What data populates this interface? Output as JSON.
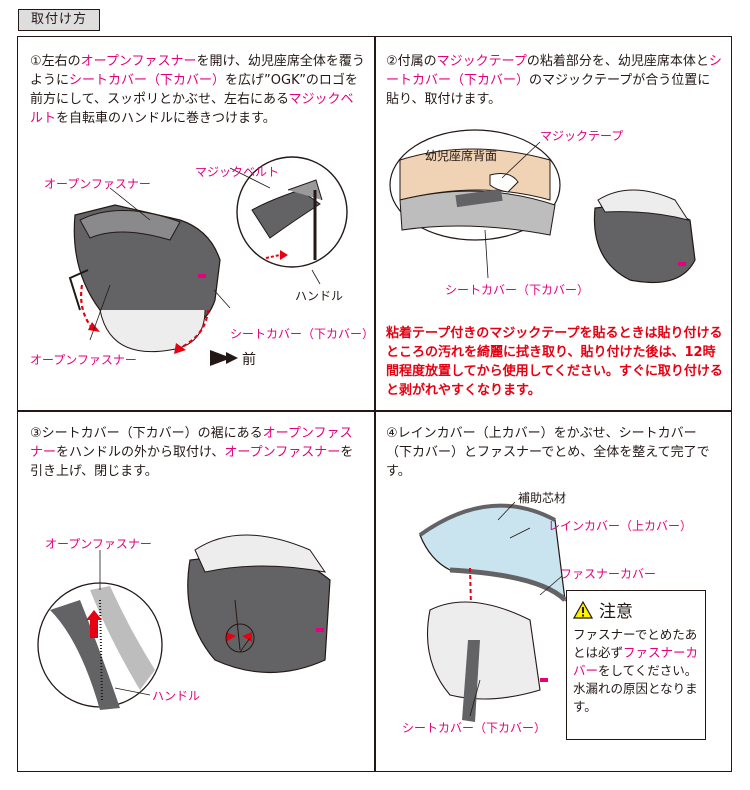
{
  "section_title": "取付け方",
  "step1": {
    "parts": [
      {
        "t": "①左右の",
        "pk": false
      },
      {
        "t": "オープンファスナー",
        "pk": true
      },
      {
        "t": "を開け、幼児座席全体を覆うように",
        "pk": false
      },
      {
        "t": "シートカバー（下カバー）",
        "pk": true
      },
      {
        "t": "を広げ”OGK”のロゴを前方にして、スッポリとかぶせ、左右にある",
        "pk": false
      },
      {
        "t": "マジックベルト",
        "pk": true
      },
      {
        "t": "を自転車のハンドルに巻きつけます。",
        "pk": false
      }
    ],
    "labels": {
      "magic_belt": "マジックベルト",
      "open_zipper_top": "オープンファスナー",
      "handle": "ハンドル",
      "seat_cover": "シートカバー（下カバー）",
      "open_zipper_bottom": "オープンファスナー",
      "front": "前"
    }
  },
  "step2": {
    "parts": [
      {
        "t": "②付属の",
        "pk": false
      },
      {
        "t": "マジックテープ",
        "pk": true
      },
      {
        "t": "の粘着部分を、幼児座席本体と",
        "pk": false
      },
      {
        "t": "シートカバー（下カバー）",
        "pk": true
      },
      {
        "t": "のマジックテープが合う位置に貼り、取付けます。",
        "pk": false
      }
    ],
    "labels": {
      "magic_tape": "マジックテープ",
      "seat_back": "幼児座席背面",
      "seat_cover": "シートカバー（下カバー）"
    },
    "warning": "粘着テープ付きのマジックテープを貼るときは貼り付けるところの汚れを綺麗に拭き取り、貼り付けた後は、12時間程度放置してから使用してください。すぐに取り付けると剥がれやすくなります。"
  },
  "step3": {
    "parts": [
      {
        "t": "③シートカバー（下カバー）の裾にある",
        "pk": false
      },
      {
        "t": "オープンファスナー",
        "pk": true
      },
      {
        "t": "をハンドルの外から取付け、",
        "pk": false
      },
      {
        "t": "オープンファスナー",
        "pk": true
      },
      {
        "t": "を引き上げ、閉じます。",
        "pk": false
      }
    ],
    "labels": {
      "open_zipper": "オープンファスナー",
      "handle": "ハンドル"
    }
  },
  "step4": {
    "parts": [
      {
        "t": "④レインカバー（上カバー）をかぶせ、シートカバー（下カバー）とファスナーでとめ、全体を整えて完了です。",
        "pk": false
      }
    ],
    "labels": {
      "support_core": "補助芯材",
      "rain_cover": "レインカバー（上カバー）",
      "zipper_cover": "ファスナーカバー",
      "seat_cover": "シートカバー（下カバー）"
    },
    "caution": {
      "title": "注意",
      "parts": [
        {
          "t": "ファスナーでとめたあとは必ず",
          "pk": false
        },
        {
          "t": "ファスナーカバー",
          "pk": true
        },
        {
          "t": "をしてください。水漏れの原因となります。",
          "pk": false
        }
      ]
    }
  },
  "colors": {
    "accent": "#e4007f",
    "warning": "#e60012",
    "cover_gray": "#636366",
    "skin": "#f0d2b4"
  }
}
